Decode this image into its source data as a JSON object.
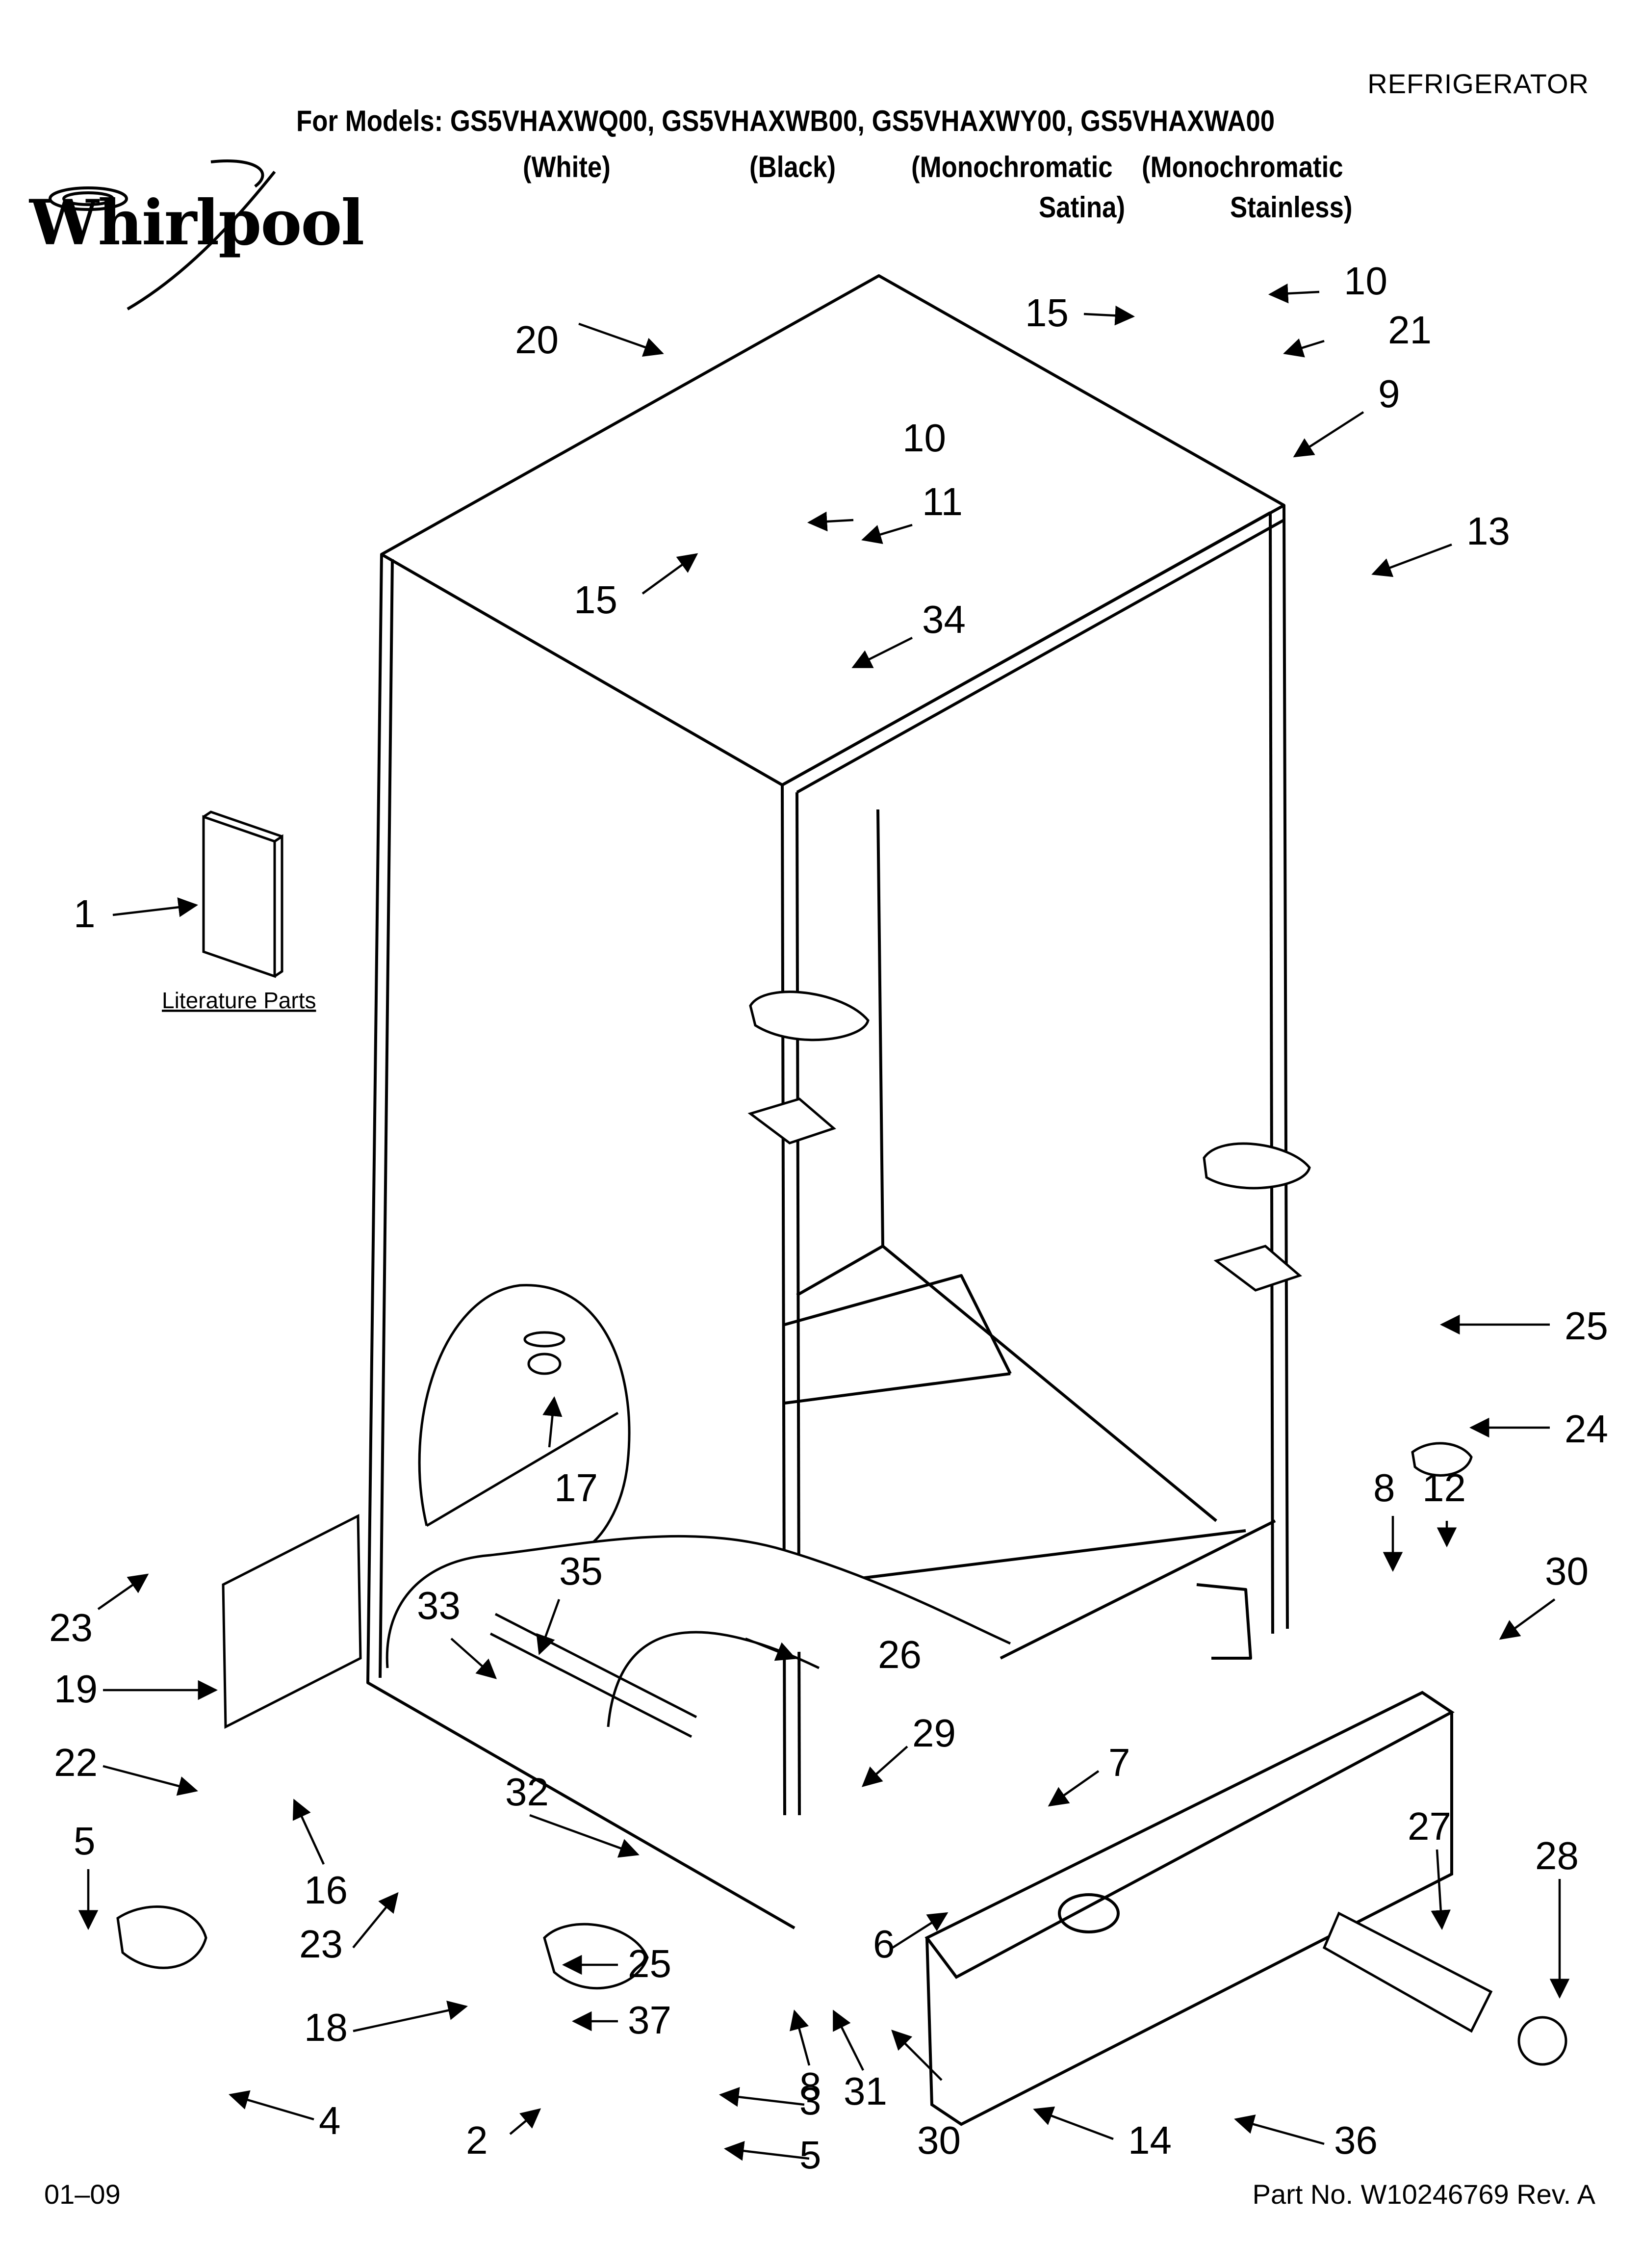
{
  "header": {
    "category": "REFRIGERATOR",
    "models_line": "For Models: GS5VHAXWQ00, GS5VHAXWB00, GS5VHAXWY00, GS5VHAXWA00",
    "variant_white": "(White)",
    "variant_black": "(Black)",
    "variant_mono_satina_1": "(Monochromatic",
    "variant_mono_satina_2": "Satina)",
    "variant_mono_stainless_1": "(Monochromatic",
    "variant_mono_stainless_2": "Stainless)"
  },
  "brand": {
    "name": "Whirlpool"
  },
  "literature_label": "Literature Parts",
  "footer": {
    "date_code": "01–09",
    "part_number": "Part No. W10246769 Rev. A"
  },
  "callouts": [
    "20",
    "15",
    "10",
    "21",
    "9",
    "10",
    "11",
    "15",
    "34",
    "13",
    "1",
    "25",
    "24",
    "8",
    "12",
    "30",
    "23",
    "19",
    "33",
    "35",
    "26",
    "17",
    "22",
    "16",
    "29",
    "7",
    "32",
    "5",
    "23",
    "25",
    "18",
    "37",
    "6",
    "27",
    "28",
    "4",
    "8",
    "31",
    "30",
    "3",
    "2",
    "5",
    "14",
    "36"
  ]
}
